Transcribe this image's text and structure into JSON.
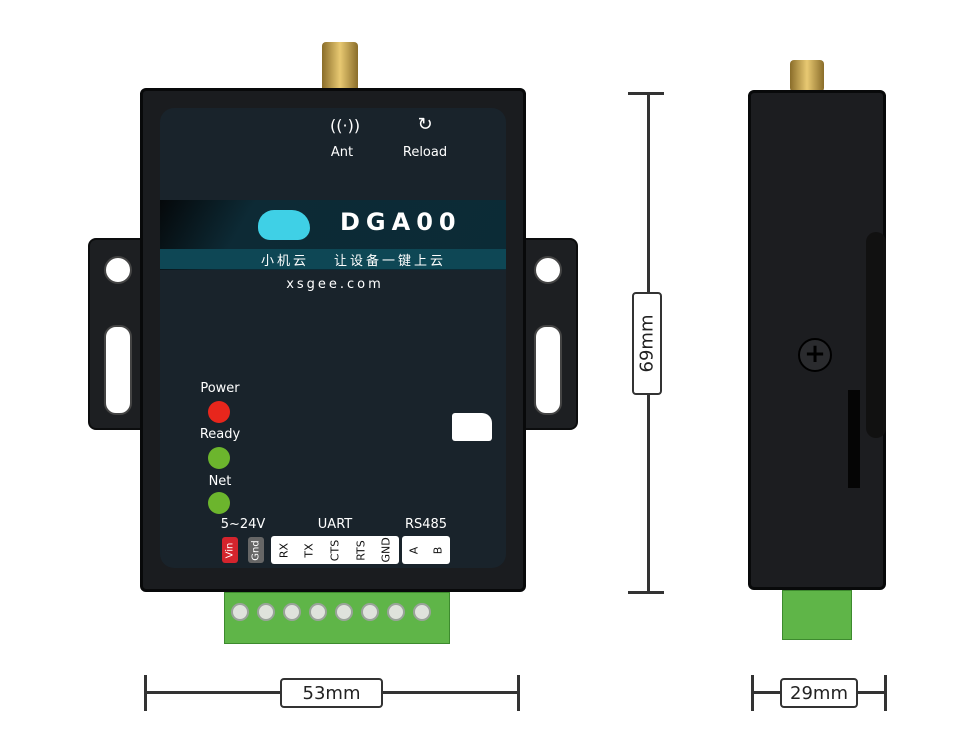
{
  "front": {
    "ant_label": "Ant",
    "reload_label": "Reload",
    "model": "DGA00",
    "brand_cn": "小机云",
    "slogan_cn": "让设备一键上云",
    "website": "xsgee.com",
    "leds": [
      {
        "label": "Power",
        "color": "#e8261c"
      },
      {
        "label": "Ready",
        "color": "#6cb52d"
      },
      {
        "label": "Net",
        "color": "#6cb52d"
      }
    ],
    "power": {
      "range": "5~24V",
      "vin": "Vin",
      "gnd": "Gnd"
    },
    "uart": {
      "title": "UART",
      "pins": [
        "RX",
        "TX",
        "CTS",
        "RTS",
        "GND"
      ]
    },
    "rs485": {
      "title": "RS485",
      "pins": [
        "A",
        "B"
      ]
    }
  },
  "dimensions": {
    "height": "69mm",
    "width": "53mm",
    "depth": "29mm"
  }
}
